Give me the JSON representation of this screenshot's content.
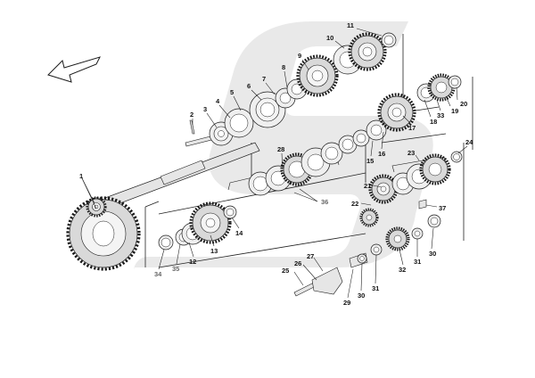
{
  "colors": {
    "watermark": "#e9e9e9",
    "ink": "#1a1a1a",
    "metal": "#d9d9d9",
    "grey_label": "#666666"
  },
  "icons": {
    "direction": "direction-arrow-icon",
    "watermark": "brand-watermark-logo"
  },
  "callouts": {
    "c1": "1",
    "c2": "2",
    "c3": "3",
    "c4": "4",
    "c5": "5",
    "c6": "6",
    "c7": "7",
    "c8": "8",
    "c9": "9",
    "c10": "10",
    "c11": "11",
    "c12": "12",
    "c13": "13",
    "c14": "14",
    "c15": "15",
    "c16": "16",
    "c17": "17",
    "c18": "18",
    "c19": "19",
    "c20": "20",
    "c21": "21",
    "c22": "22",
    "c23": "23",
    "c24": "24",
    "c25": "25",
    "c26": "26",
    "c27": "27",
    "c28": "28",
    "c29": "29",
    "c30a": "30",
    "c30b": "30",
    "c31a": "31",
    "c31b": "31",
    "c32": "32",
    "c33": "33",
    "c34": "34",
    "c35": "35",
    "c36": "36",
    "c37": "37"
  }
}
